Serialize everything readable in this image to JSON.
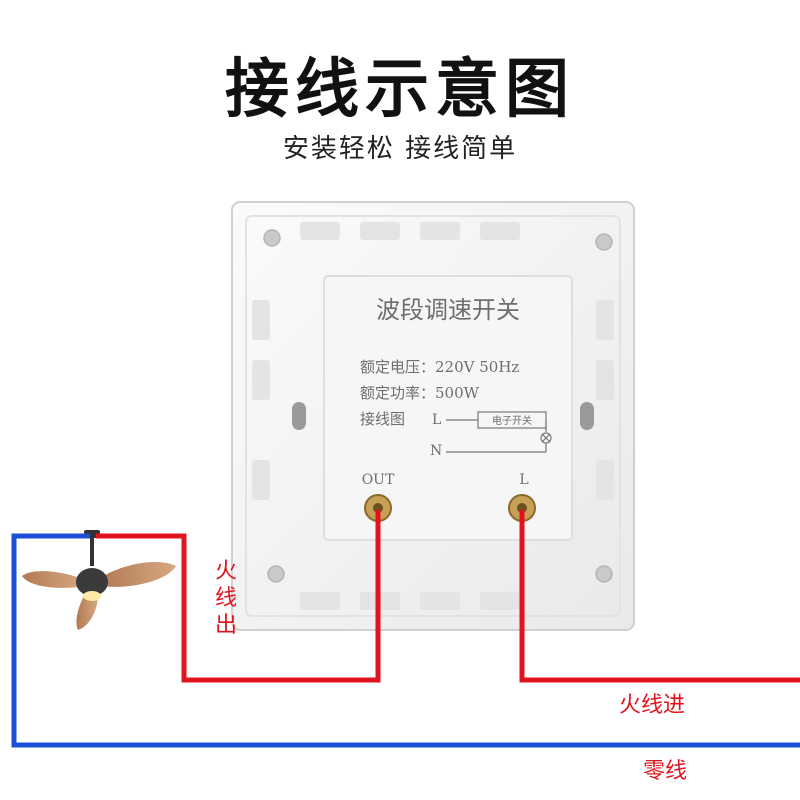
{
  "title": "接线示意图",
  "subtitle": "安装轻松 接线简单",
  "panel": {
    "heading": "波段调速开关",
    "rated_voltage": "额定电压：220V 50Hz",
    "rated_power": "额定功率：500W",
    "wiring_label": "接线图",
    "wiring_L": "L",
    "wiring_N": "N",
    "switch_box": "电子开关",
    "terminal_left": "OUT",
    "terminal_right": "L"
  },
  "wires": {
    "live_out": "火线出",
    "live_in": "火线进",
    "neutral": "零线"
  },
  "colors": {
    "live": "#e0141e",
    "neutral": "#1a4fd6",
    "switch_body": "#f4f4f4",
    "switch_edge": "#d8d8d8"
  },
  "icons": {
    "load": "ceiling-fan-icon"
  }
}
